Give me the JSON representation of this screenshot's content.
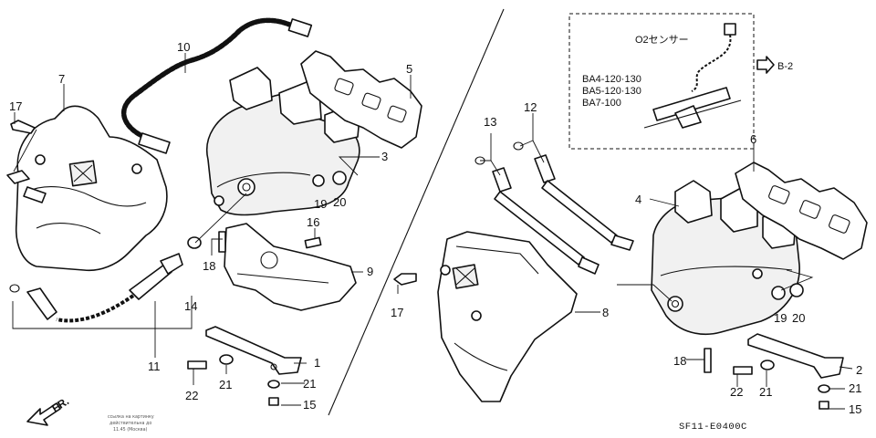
{
  "callouts": {
    "n1": "1",
    "n2": "2",
    "n3": "3",
    "n4": "4",
    "n5": "5",
    "n6": "6",
    "n7": "7",
    "n8": "8",
    "n9": "9",
    "n10": "10",
    "n11": "11",
    "n12": "12",
    "n13": "13",
    "n14": "14",
    "n15a": "15",
    "n15b": "15",
    "n16": "16",
    "n17a": "17",
    "n17b": "17",
    "n18a": "18",
    "n18b": "18",
    "n19a": "19",
    "n19b": "19",
    "n20a": "20",
    "n20b": "20",
    "n21a": "21",
    "n21b": "21",
    "n21c": "21",
    "n21d": "21",
    "n22a": "22",
    "n22b": "22"
  },
  "inset": {
    "sensor_label": "O2センサー",
    "codes": [
      "BA4-120·130",
      "BA5-120·130",
      "BA7-100"
    ]
  },
  "ref": "B-2",
  "direction": "FR.",
  "figure_code": "SF11-E0400C",
  "stamp": [
    "ссылка на картинку",
    "действительна до",
    "11.45 (Москва)"
  ]
}
